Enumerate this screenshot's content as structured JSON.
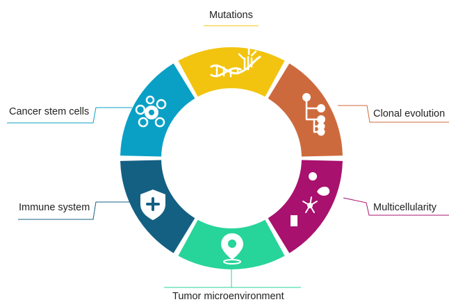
{
  "segments": [
    {
      "label": "Mutations",
      "color": "#F2C40F",
      "icon": "dna-icon"
    },
    {
      "label": "Clonal evolution",
      "color": "#CD6A3D",
      "icon": "phylogenetic-tree-icon"
    },
    {
      "label": "Multicellularity",
      "color": "#A8116E",
      "icon": "cell-types-icon"
    },
    {
      "label": "Tumor microenvironment",
      "color": "#27D49A",
      "icon": "location-pin-icon"
    },
    {
      "label": "Immune system",
      "color": "#146082",
      "icon": "shield-cross-icon"
    },
    {
      "label": "Cancer stem cells",
      "color": "#0AA0C6",
      "icon": "cell-cluster-icon"
    }
  ]
}
